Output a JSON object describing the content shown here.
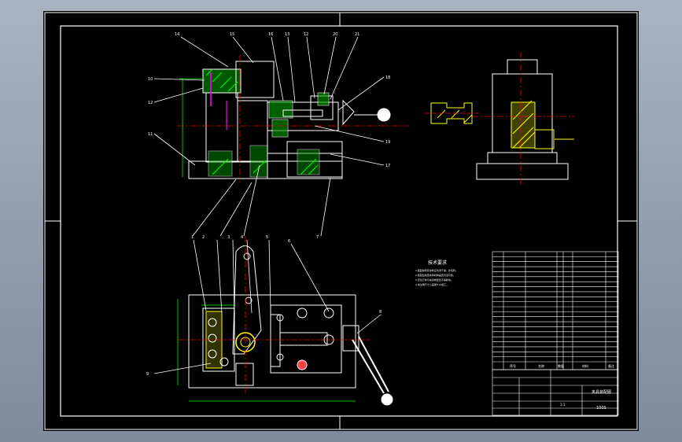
{
  "drawing": {
    "tech_title": "技术要求",
    "tech_notes": [
      "1.装配前所有零件应清洗干净，去毛刺。",
      "2.装配后检查夹紧机构是否灵活可靠。",
      "3.定位元件与夹具体配合不得松动。",
      "4.未注明尺寸公差按IT14加工。"
    ],
    "title_block": {
      "name": "夹具装配图",
      "code": "100S",
      "scale": "1:1"
    },
    "bom_headers": [
      "序号",
      "名称",
      "数量",
      "材料",
      "备注"
    ],
    "bom_rows": 22,
    "balloons_top": [
      "14",
      "15",
      "16",
      "13",
      "12",
      "20",
      "21"
    ],
    "balloons_left": [
      "10",
      "12",
      "11"
    ],
    "balloons_right": [
      "18",
      "19",
      "17"
    ],
    "balloons_bottom": [
      "1",
      "2",
      "3",
      "4",
      "5",
      "6",
      "7",
      "8",
      "9"
    ]
  },
  "colors": {
    "line": "#ffffff",
    "hatch_green": "#00c000",
    "hatch_yellow": "#ffff00",
    "accent_red": "#ff0000",
    "accent_magenta": "#ff00ff",
    "accent_cyan": "#00ffff"
  }
}
